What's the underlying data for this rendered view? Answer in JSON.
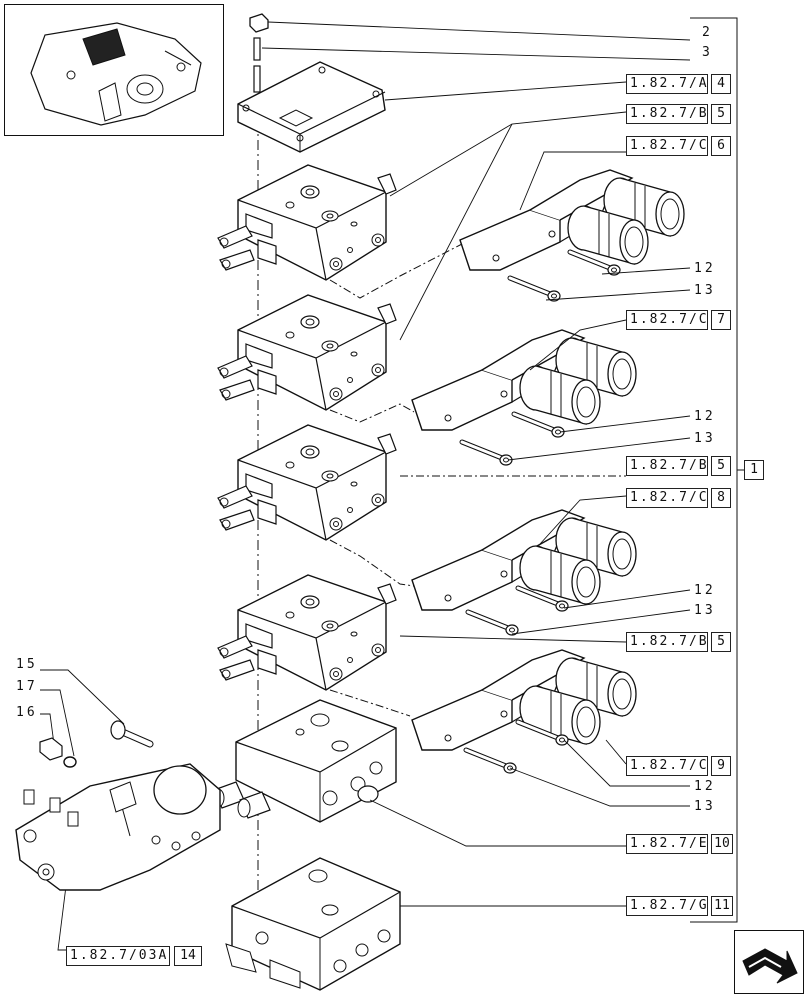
{
  "callouts": {
    "c2": "2",
    "c3": "3",
    "c12": "12",
    "c13": "13",
    "c15": "15",
    "c16": "16",
    "c17": "17"
  },
  "refs": [
    {
      "code": "1.82.7/A",
      "num": "4"
    },
    {
      "code": "1.82.7/B",
      "num": "5"
    },
    {
      "code": "1.82.7/C",
      "num": "6"
    },
    {
      "code": "1.82.7/C",
      "num": "7"
    },
    {
      "code": "1.82.7/B",
      "num": "5"
    },
    {
      "code": "1.82.7/C",
      "num": "8"
    },
    {
      "code": "1.82.7/B",
      "num": "5"
    },
    {
      "code": "1.82.7/C",
      "num": "9"
    },
    {
      "code": "1.82.7/E",
      "num": "10"
    },
    {
      "code": "1.82.7/G",
      "num": "11"
    },
    {
      "code": "1.82.7/03A",
      "num": "14"
    }
  ],
  "group_label": "1",
  "icons": {
    "thumbnail": "assembly-thumbnail-icon",
    "navigation": "navigate-arrow-icon"
  }
}
